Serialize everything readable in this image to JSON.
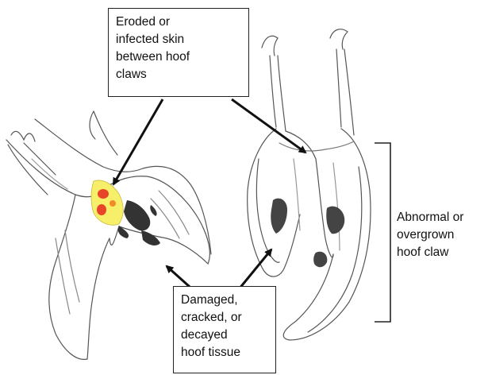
{
  "callouts": {
    "skin": {
      "lines": [
        "Eroded or",
        "infected skin",
        "between hoof",
        "claws"
      ]
    },
    "tissue": {
      "lines": [
        "Damaged,",
        "cracked, or",
        "decayed",
        "hoof tissue"
      ]
    },
    "claw": {
      "lines": [
        "Abnormal or",
        "overgrown",
        "hoof claw"
      ]
    }
  },
  "colors": {
    "ink": "#222222",
    "sketch": "#555555",
    "lesion_yellow": "#f7ef6a",
    "lesion_red": "#e8442a",
    "decay": "#333333"
  }
}
